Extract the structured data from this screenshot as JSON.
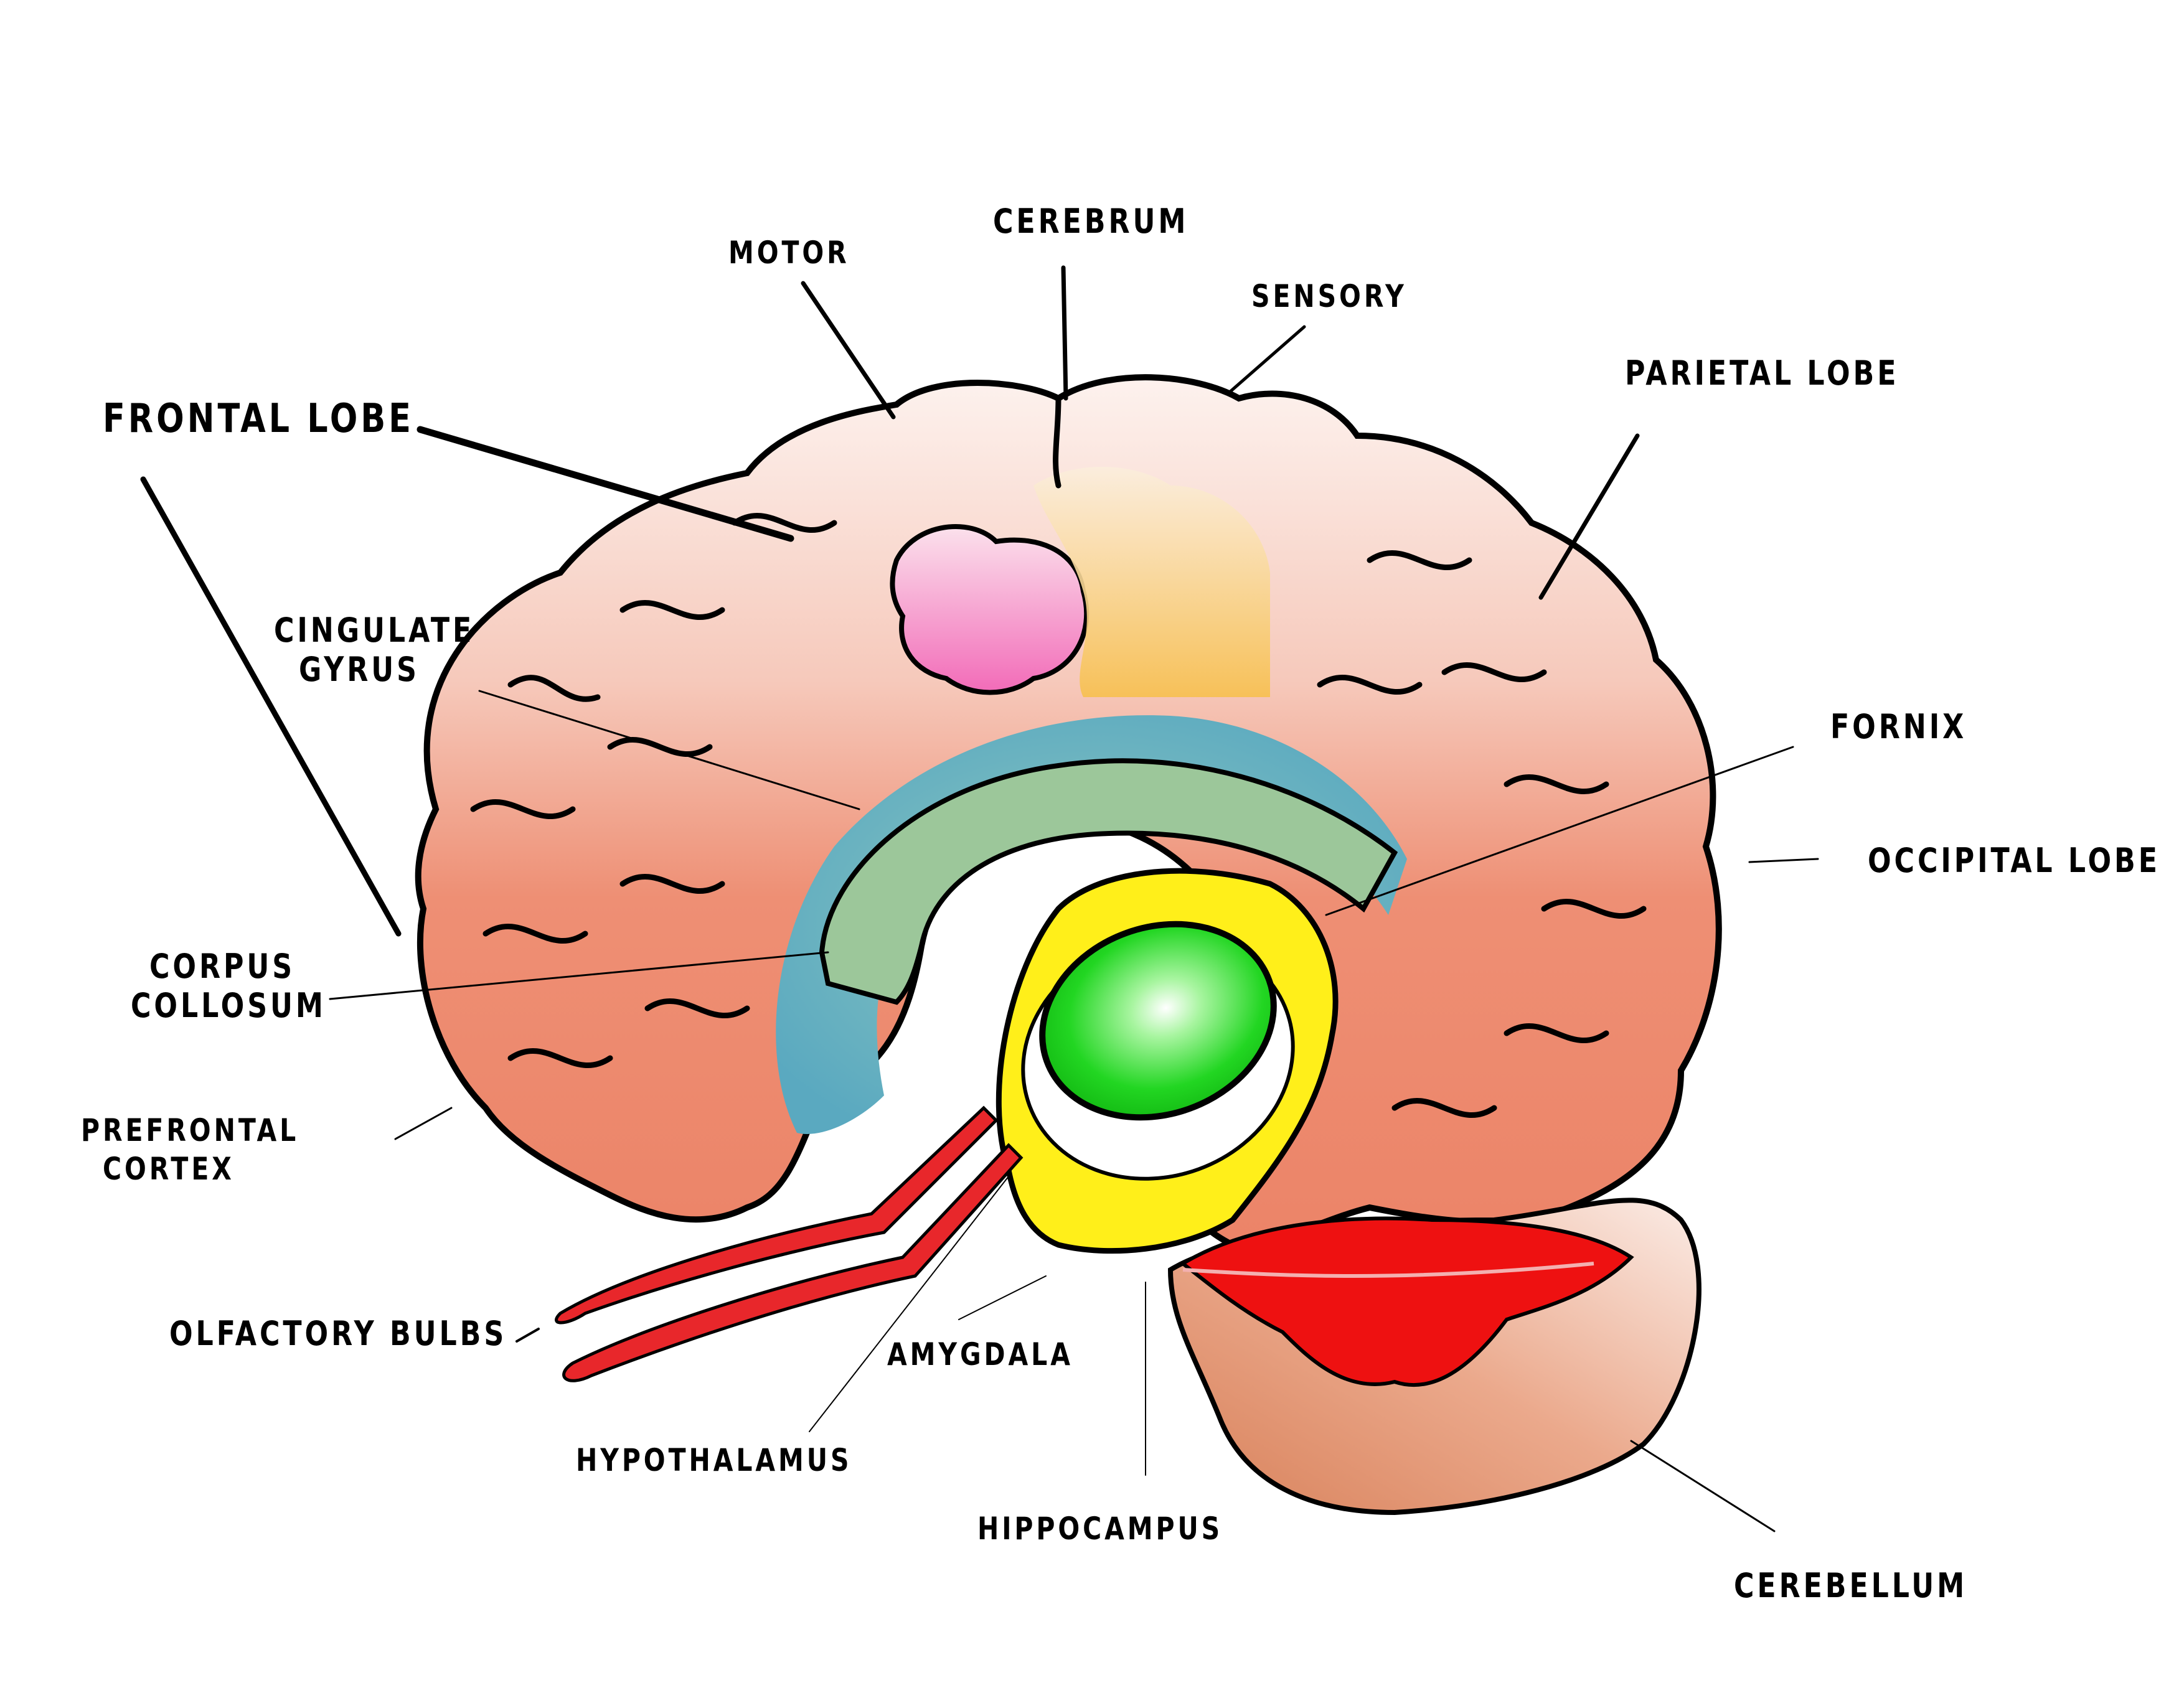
{
  "diagram": {
    "title": "Brain anatomy (medial sagittal view)",
    "colors": {
      "background": "#ffffff",
      "cortex": "#ee8f74",
      "cortex_light": "#fbe9e4",
      "motor_area": "#f58cc8",
      "sensory_area": "#f7c46a",
      "cingulate_gyrus": "#6fb3c2",
      "corpus_callosum": "#9cc79a",
      "thalamus": "#1fd31f",
      "limbic_ring": "#ffef1a",
      "olfactory": "#e8272b",
      "cerebellum_red": "#ee1111",
      "brainstem": "#e6a07c",
      "outline": "#000000"
    },
    "labels": {
      "frontal_lobe": "FRONTAL LOBE",
      "motor": "MOTOR",
      "cerebrum": "CEREBRUM",
      "sensory": "SENSORY",
      "parietal_lobe": "PARIETAL LOBE",
      "cingulate_gyrus_line1": "CINGULATE",
      "cingulate_gyrus_line2": "GYRUS",
      "fornix": "FORNIX",
      "occipital_lobe": "OCCIPITAL LOBE",
      "corpus_collosum_line1": "CORPUS",
      "corpus_collosum_line2": "COLLOSUM",
      "prefrontal_cortex_line1": "PREFRONTAL",
      "prefrontal_cortex_line2": "CORTEX",
      "olfactory_bulbs": "OLFACTORY BULBS",
      "amygdala": "AMYGDALA",
      "hypothalamus": "HYPOTHALAMUS",
      "hippocampus": "HIPPOCAMPUS",
      "cerebellum": "CEREBELLUM"
    }
  }
}
